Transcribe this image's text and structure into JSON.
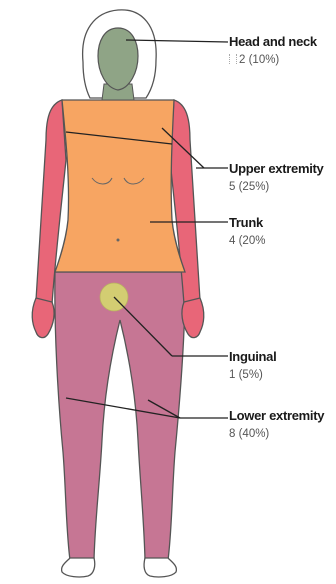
{
  "colors": {
    "head_neck": "#8fa486",
    "upper_extremity": "#e86678",
    "trunk": "#f7a562",
    "inguinal": "#d3cd72",
    "lower_extremity": "#c67694",
    "outline": "#555555",
    "leader": "#222222"
  },
  "regions": [
    {
      "id": "head",
      "name": "Head and neck",
      "stat": "2 (10%)",
      "count": 2,
      "percent": 10
    },
    {
      "id": "upper",
      "name": "Upper extremity",
      "stat": "5 (25%)",
      "count": 5,
      "percent": 25
    },
    {
      "id": "trunk",
      "name": "Trunk",
      "stat": "4 (20%",
      "count": 4,
      "percent": 20
    },
    {
      "id": "inguinal",
      "name": "Inguinal",
      "stat": "1 (5%)",
      "count": 1,
      "percent": 5
    },
    {
      "id": "lower",
      "name": "Lower extremity",
      "stat": "8 (40%)",
      "count": 8,
      "percent": 40
    }
  ]
}
